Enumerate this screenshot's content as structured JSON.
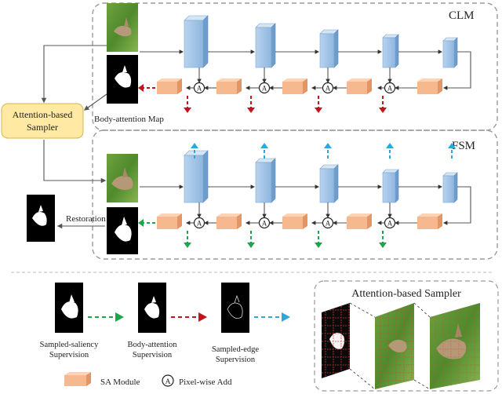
{
  "clm": {
    "title": "CLM"
  },
  "fsm": {
    "title": "FSM"
  },
  "sampler": {
    "label_line1": "Attention-based",
    "label_line2": "Sampler"
  },
  "labels": {
    "body_attention_map": "Body-attention Map",
    "restoration": "Restoration"
  },
  "legend": {
    "sampled_saliency_line1": "Sampled-saliency",
    "sampled_saliency_line2": "Supervision",
    "body_attention_line1": "Body-attention",
    "body_attention_line2": "Supervision",
    "sampled_edge_line1": "Sampled-edge",
    "sampled_edge_line2": "Supervision",
    "sa_module": "SA Module",
    "pixel_add_symbol": "A",
    "pixel_add": "Pixel-wise Add"
  },
  "inset": {
    "title": "Attention-based Sampler"
  },
  "colors": {
    "encoder_blue": "#9fc2e6",
    "sa_orange": "#f6b88f",
    "sampler_yellow": "#ffe9a3",
    "arrow_red": "#c0151a",
    "arrow_green": "#1aa64a",
    "arrow_cyan": "#2ea7de",
    "dashed_gray": "#9a9a9a"
  },
  "icons": [
    "rabbit-photo",
    "saliency-mask",
    "edge-map",
    "pixel-add-icon"
  ]
}
